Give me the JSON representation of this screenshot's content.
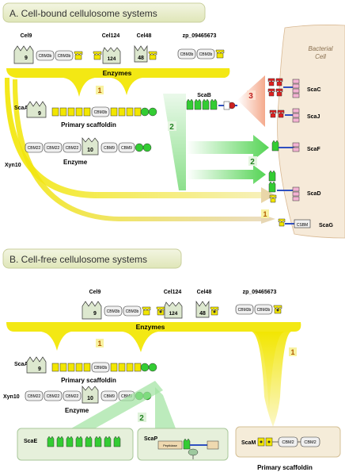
{
  "panelA": {
    "title": "A. Cell-bound cellulosome systems",
    "enzyme_names": [
      "Cel9",
      "Cel124",
      "Cel48",
      "zp_09465673"
    ],
    "enzymes_label": "Enzymes",
    "bacterial_cell": [
      "Bacterial",
      "Cell"
    ],
    "scaA": "ScaA",
    "primary_scaffoldin": "Primary scaffoldin",
    "xyn10": "Xyn10",
    "enzyme": "Enzyme",
    "scaB": "ScaB",
    "cell_scaffoldins": [
      "ScaC",
      "ScaJ",
      "ScaF",
      "ScaD",
      "ScaG"
    ],
    "markers": [
      "1",
      "2",
      "3",
      "2",
      "1"
    ]
  },
  "panelB": {
    "title": "B. Cell-free cellulosome systems",
    "enzyme_names": [
      "Cel9",
      "Cel124",
      "Cel48",
      "zp_09465673"
    ],
    "enzymes_label": "Enzymes",
    "scaA": "ScaA",
    "primary_scaffoldin": "Primary scaffoldin",
    "xyn10": "Xyn10",
    "enzyme": "Enzyme",
    "scaE": "ScaE",
    "scaP": "ScaP",
    "peptidase": "Peptidase",
    "scaM": "ScaM",
    "scaM_primary_scaffoldin": "Primary scaffoldin",
    "markers": [
      "1",
      "1",
      "2"
    ]
  },
  "module_labels": {
    "cbm3b": "CBM3b",
    "cbm22": "CBM22",
    "cbm9": "CBM9",
    "cbm2": "CBM2",
    "csbm": "CSBM",
    "gh9": "9",
    "gh124": "124",
    "gh48": "48",
    "gh10": "10"
  },
  "colors": {
    "title_bar": "#e6ebc6",
    "enzyme_fill": "#dde8cf",
    "yellow": "#f2e600",
    "green": "#33cc33",
    "pink": "#f3b3d3",
    "red": "#e02020",
    "cell": "#f6ead9",
    "scaP_peptidase": "#efd9b0",
    "box_green": "#e6f0db",
    "box_tan": "#f5ecd9"
  }
}
